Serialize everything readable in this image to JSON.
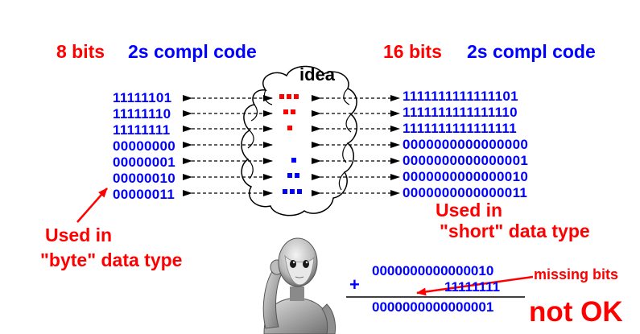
{
  "left": {
    "bits_label": "8 bits",
    "code_label": "2s compl code",
    "codes": [
      "11111101",
      "11111110",
      "11111111",
      "00000000",
      "00000001",
      "00000010",
      "00000011"
    ],
    "used_in_line1": "Used in",
    "used_in_line2": "\"byte\" data type"
  },
  "right": {
    "bits_label": "16 bits",
    "code_label": "2s compl code",
    "codes": [
      "1111111111111101",
      "1111111111111110",
      "1111111111111111",
      "0000000000000000",
      "0000000000000001",
      "0000000000000010",
      "0000000000000011"
    ],
    "used_in_line1": "Used in",
    "used_in_line2": "\"short\" data type"
  },
  "idea_label": "idea",
  "sum": {
    "operand1": "0000000000000010",
    "operand2": "11111111",
    "plus": "+",
    "result": "0000000000000001",
    "missing_label": "missing bits",
    "verdict": "not OK"
  },
  "colors": {
    "red": "#ff0000",
    "blue": "#0000ff",
    "black": "#000000"
  },
  "icons": [
    "thinking-robot-icon"
  ]
}
